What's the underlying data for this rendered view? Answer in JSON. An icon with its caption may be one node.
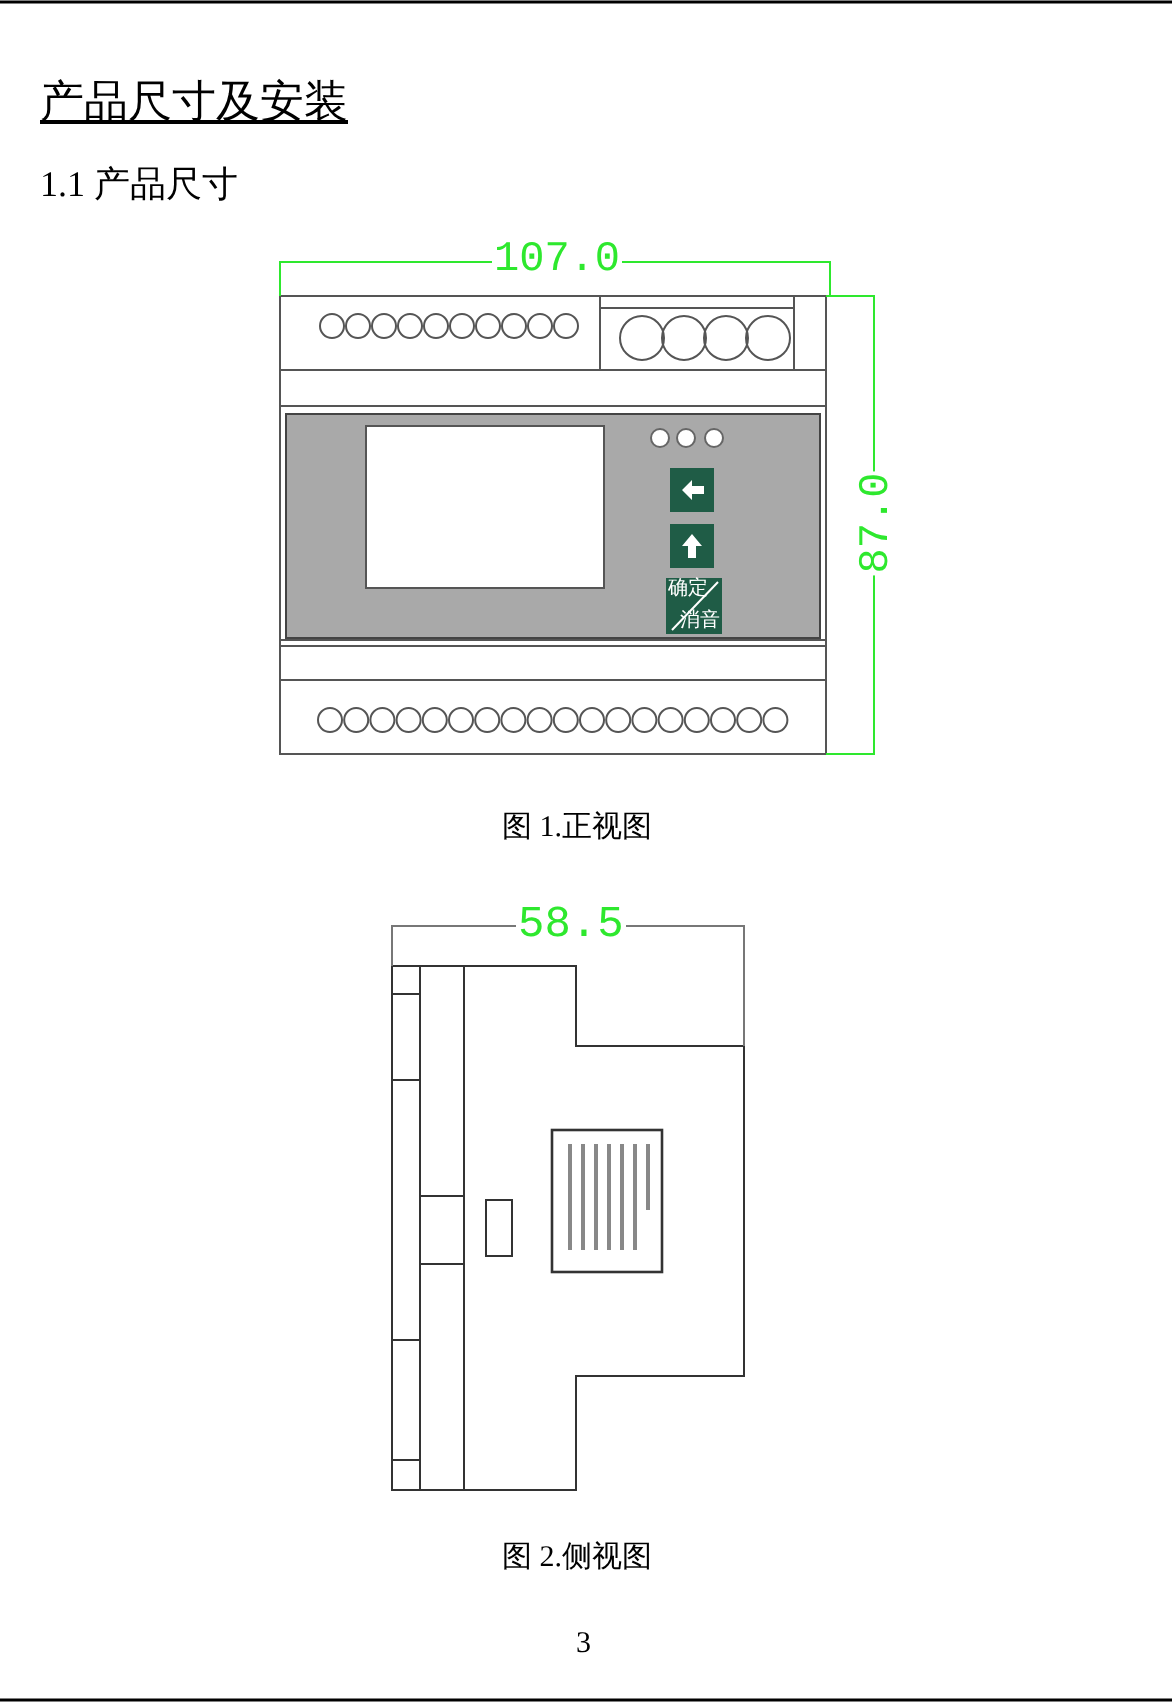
{
  "diagram": {
    "title": "产品尺寸及安装",
    "labels": [
      "1.1 产品尺寸",
      "107.0",
      "87.0",
      "确定",
      "消音",
      "图 1.正视图",
      "58.5",
      "图 2.侧视图",
      "3"
    ]
  }
}
